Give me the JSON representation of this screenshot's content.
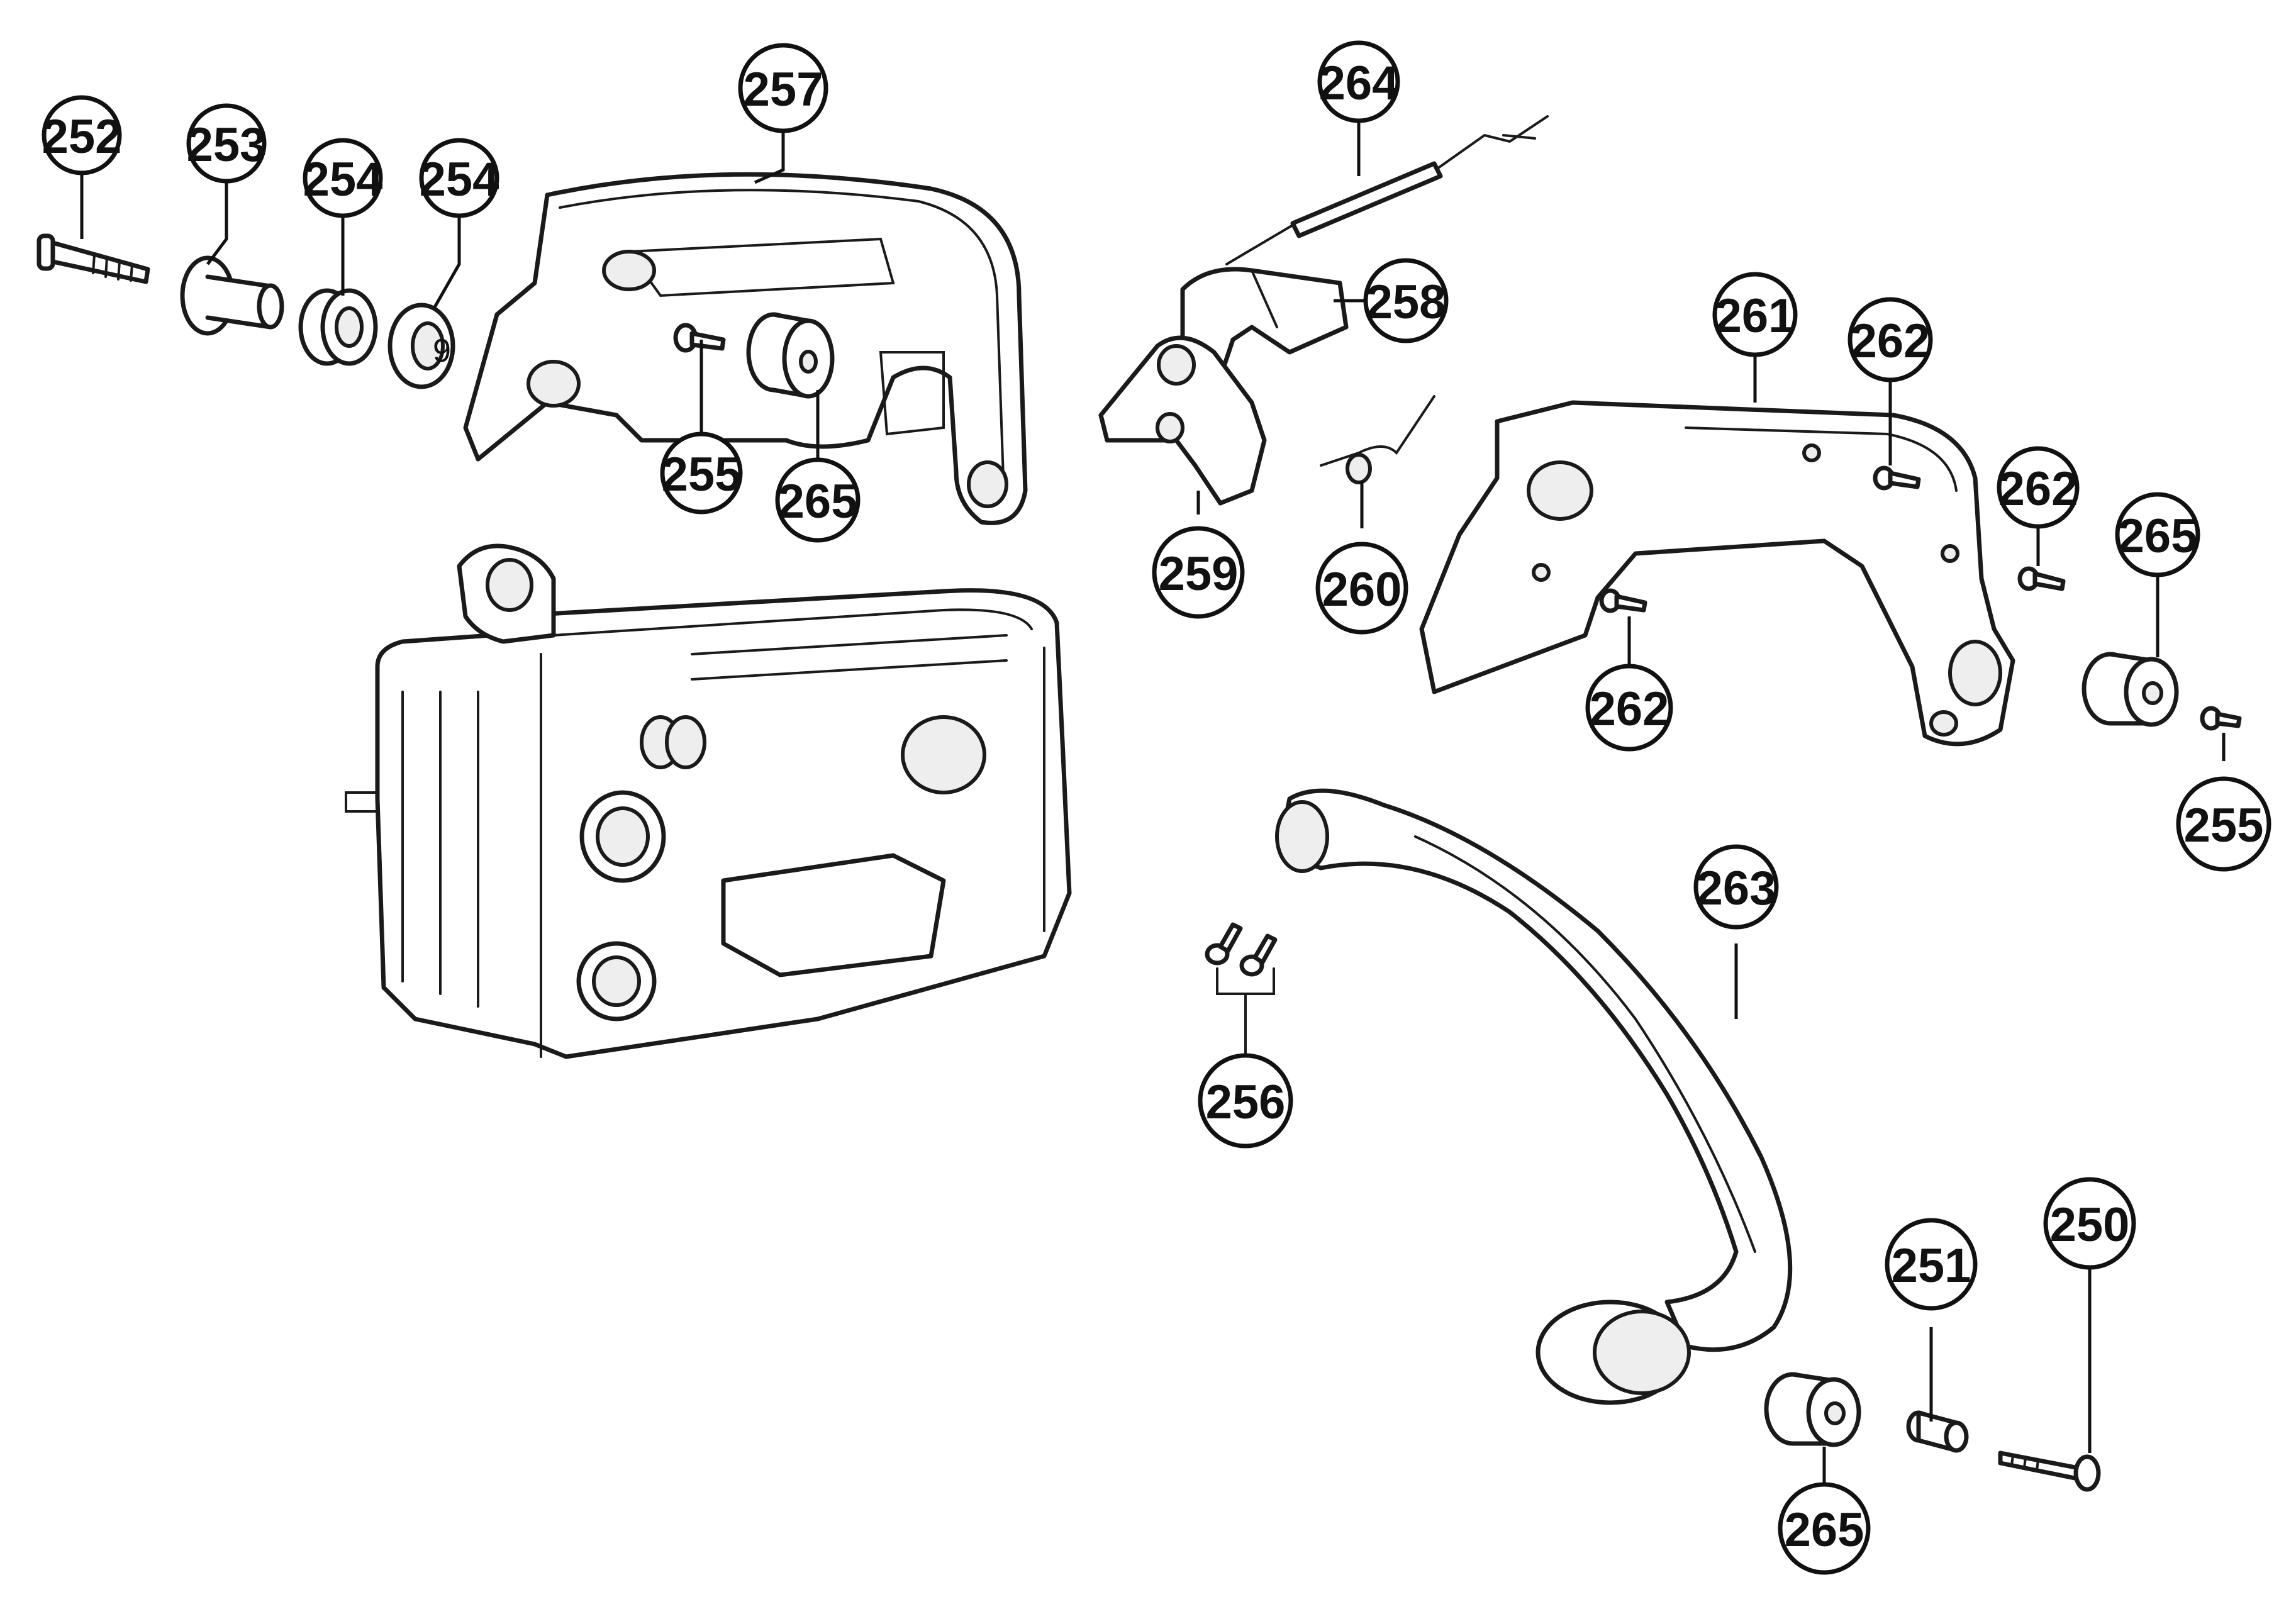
{
  "callouts": [
    {
      "id": "c252",
      "label": "252"
    },
    {
      "id": "c253",
      "label": "253"
    },
    {
      "id": "c254a",
      "label": "254"
    },
    {
      "id": "c254b",
      "label": "254"
    },
    {
      "id": "c257",
      "label": "257"
    },
    {
      "id": "c255a",
      "label": "255"
    },
    {
      "id": "c265a",
      "label": "265"
    },
    {
      "id": "c264",
      "label": "264"
    },
    {
      "id": "c258",
      "label": "258"
    },
    {
      "id": "c259",
      "label": "259"
    },
    {
      "id": "c260",
      "label": "260"
    },
    {
      "id": "c261",
      "label": "261"
    },
    {
      "id": "c262a",
      "label": "262"
    },
    {
      "id": "c262b",
      "label": "262"
    },
    {
      "id": "c262c",
      "label": "262"
    },
    {
      "id": "c265b",
      "label": "265"
    },
    {
      "id": "c255b",
      "label": "255"
    },
    {
      "id": "c263",
      "label": "263"
    },
    {
      "id": "c256",
      "label": "256"
    },
    {
      "id": "c251",
      "label": "251"
    },
    {
      "id": "c250",
      "label": "250"
    },
    {
      "id": "c265c",
      "label": "265"
    }
  ]
}
